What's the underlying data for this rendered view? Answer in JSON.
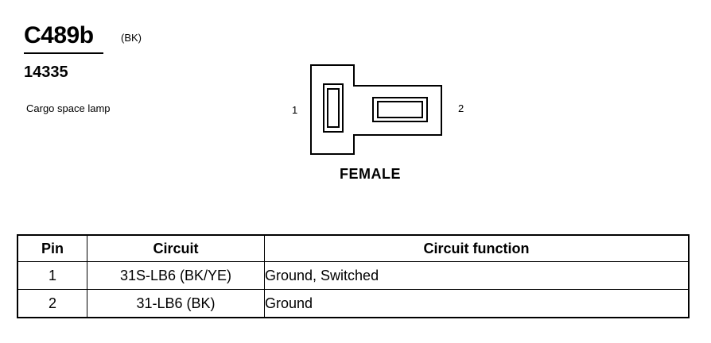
{
  "connector": {
    "id": "C489b",
    "color_code": "(BK)",
    "part_number": "14335",
    "description": "Cargo space lamp",
    "gender": "FEMALE",
    "pin_labels": [
      "1",
      "2"
    ]
  },
  "table": {
    "headers": [
      "Pin",
      "Circuit",
      "Circuit function"
    ],
    "rows": [
      {
        "pin": "1",
        "circuit": "31S-LB6 (BK/YE)",
        "function": "Ground, Switched"
      },
      {
        "pin": "2",
        "circuit": "31-LB6 (BK)",
        "function": "Ground"
      }
    ]
  }
}
